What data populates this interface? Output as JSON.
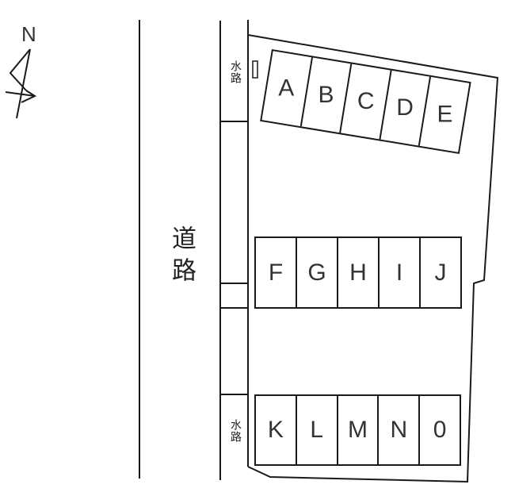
{
  "diagram": {
    "type": "parking-lot-layout",
    "compass": {
      "label": "N"
    },
    "road": {
      "label": "道路"
    },
    "waterways": {
      "top_label": "水路",
      "bottom_label": "水路"
    },
    "rows": [
      {
        "id": "row-abcde",
        "spaces": [
          "A",
          "B",
          "C",
          "D",
          "E"
        ]
      },
      {
        "id": "row-fghij",
        "spaces": [
          "F",
          "G",
          "H",
          "I",
          "J"
        ]
      },
      {
        "id": "row-klmno",
        "spaces": [
          "K",
          "L",
          "M",
          "N",
          "0"
        ]
      }
    ],
    "colors": {
      "line": "#1a1a1a",
      "text": "#333333",
      "background": "#ffffff"
    }
  }
}
